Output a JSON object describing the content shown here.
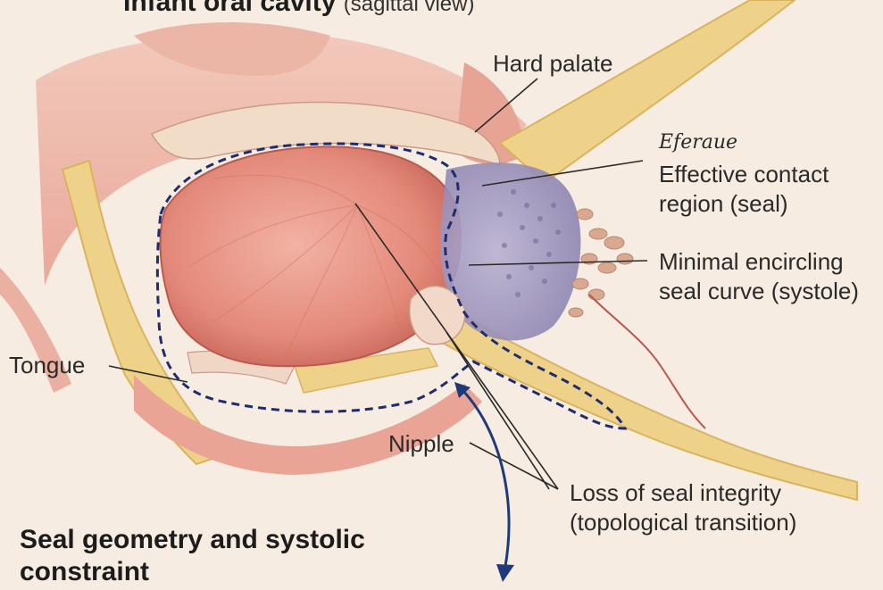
{
  "figure": {
    "title": "Infant oral cavity",
    "title_sub": "(sagittal view)",
    "bottom_title_line1": "Seal geometry and systolic",
    "bottom_title_line2": "constraint"
  },
  "labels": {
    "hard_palate": "Hard palate",
    "garbled_heading": "Eferaue",
    "effective_contact_1": "Effective contact",
    "effective_contact_2": "region (seal)",
    "minimal_curve_1": "Minimal encircling",
    "minimal_curve_2": "seal curve (systole)",
    "tongue": "Tongue",
    "nipple": "Nipple",
    "loss_seal_1": "Loss of seal integrity",
    "loss_seal_2": "(topological transition)"
  },
  "colors": {
    "background": "#f6ece1",
    "tissue_pink": "#e8a79b",
    "tongue_red": "#e58878",
    "fat_yellow": "#efd28a",
    "seal_region": "#a69cc2",
    "dashed_curve": "#1f2d6e",
    "arrow": "#1f3a7a"
  }
}
